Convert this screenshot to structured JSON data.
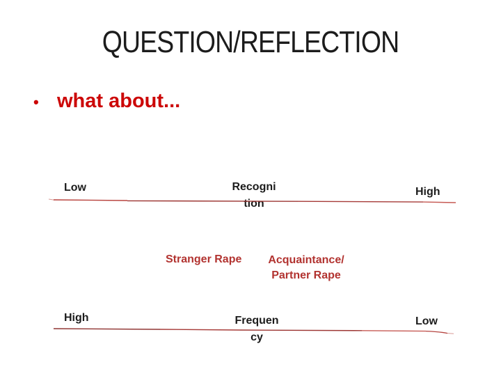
{
  "slide": {
    "title": "QUESTION/REFLECTION",
    "bullet_marker": "•",
    "bullet_text": "what about..."
  },
  "diagram": {
    "recognition_axis": {
      "left_label": "Low",
      "center_label_lines": [
        "Recogni",
        "tion"
      ],
      "right_label": "High"
    },
    "categories": {
      "stranger_label": "Stranger Rape",
      "acquaintance_label_lines": [
        "Acquaintance/",
        "Partner Rape"
      ]
    },
    "frequency_axis": {
      "left_label": "High",
      "center_label_lines": [
        "Frequen",
        "cy"
      ],
      "right_label": "Low"
    }
  },
  "colors": {
    "background": "#ffffff",
    "title_text": "#1c1c1c",
    "axis_label_text": "#1c1c1c",
    "bullet_text_red": "#cc0606",
    "category_label_red": "#b23330",
    "line_lead": "#d99a96",
    "line_bright": "#b8423d",
    "line_dark": "#9c3532",
    "line_mid": "#a63a37",
    "line_light": "#c65a54",
    "line_deep": "#8f3331",
    "line_tail": "#b5433f"
  }
}
